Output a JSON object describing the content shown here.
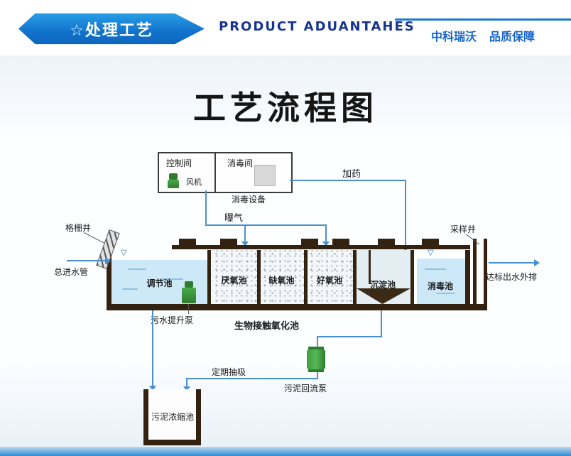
{
  "header": {
    "banner": "☆处理工艺",
    "title_en": "PRODUCT ADUANTAHES",
    "brand": "中科瑞沃",
    "tagline": "品质保障"
  },
  "diagram": {
    "title": "工艺流程图",
    "control_room": {
      "label": "控制间",
      "fan": "风机"
    },
    "disinfection_room": {
      "label": "消毒间",
      "equipment": "消毒设备"
    },
    "labels": {
      "dosing": "加药",
      "aeration": "曝气",
      "grid_well": "格栅井",
      "main_inlet": "总进水管",
      "sampling_well": "采样井",
      "outlet": "达标出水外排",
      "lift_pump": "污水提升泵",
      "bio_tank": "生物接触氧化池",
      "periodic_suction": "定期抽吸",
      "sludge_return_pump": "污泥回流泵",
      "sludge_thickener": "污泥浓缩池"
    },
    "compartments": [
      {
        "label": "调节池"
      },
      {
        "label": "厌氧池"
      },
      {
        "label": "缺氧池"
      },
      {
        "label": "好氧池"
      },
      {
        "label": "沉淀池"
      },
      {
        "label": "消毒池"
      }
    ],
    "symbols": {
      "water_level": "▽"
    }
  },
  "colors": {
    "header_blue": "#1478d2",
    "title_navy": "#16338f",
    "brand_blue": "#1565cc",
    "pipe_blue": "#4a90d0",
    "tank_wall": "#33220f",
    "water": "#cde8f7",
    "pump_green": "#3f9e3f"
  }
}
